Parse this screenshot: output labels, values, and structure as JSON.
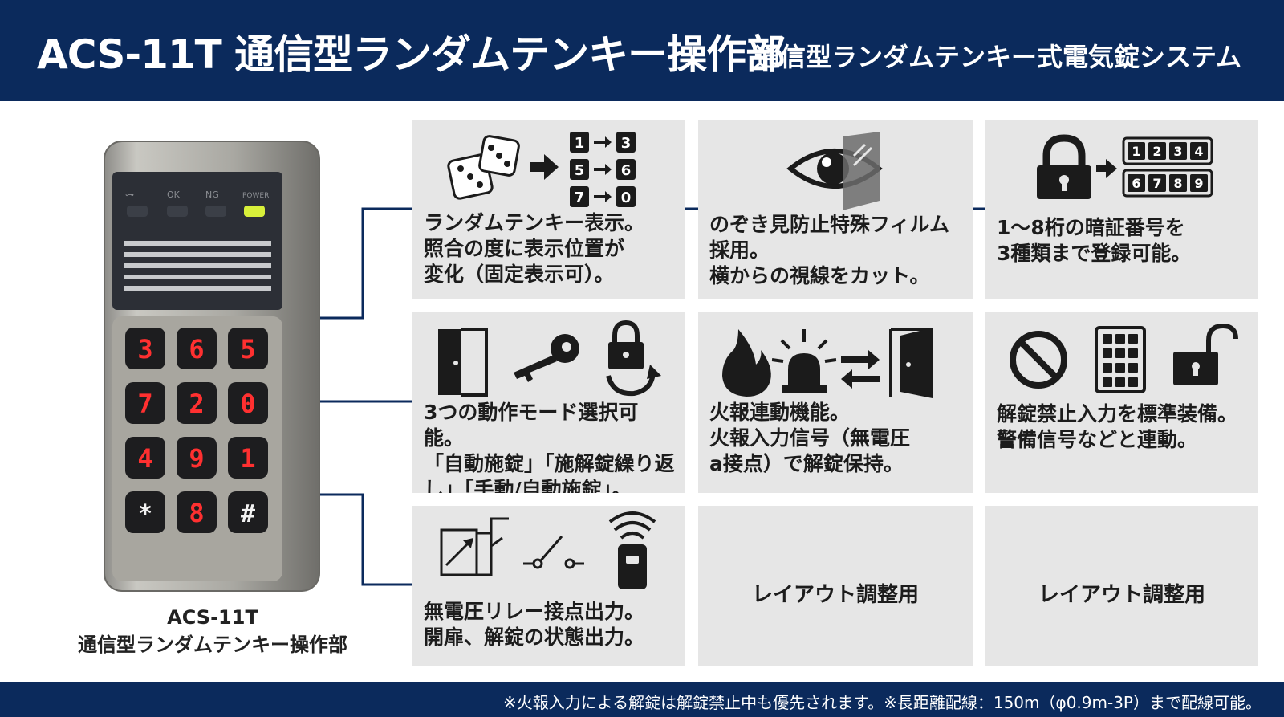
{
  "header": {
    "title": "ACS-11T 通信型ランダムテンキー操作部",
    "subtitle": "通信型ランダムテンキー式電気錠システム"
  },
  "device": {
    "indicators": [
      "OK",
      "NG",
      "POWER"
    ],
    "keys": [
      "3",
      "6",
      "5",
      "7",
      "2",
      "0",
      "4",
      "9",
      "1",
      "*",
      "8",
      "#"
    ],
    "caption_line1": "ACS-11T",
    "caption_line2": "通信型ランダムテンキー操作部"
  },
  "features": [
    {
      "text": "ランダムテンキー表示。\n照合の度に表示位置が\n変化（固定表示可）。",
      "icons": [
        "dice-icon",
        "arrow-right-icon",
        "number-swap-icon"
      ],
      "swap_rows": [
        [
          "1",
          "3"
        ],
        [
          "5",
          "6"
        ],
        [
          "7",
          "0"
        ]
      ]
    },
    {
      "text": "のぞき見防止特殊フィルム\n採用。\n横からの視線をカット。",
      "icons": [
        "eye-icon",
        "privacy-film-icon"
      ]
    },
    {
      "text": "1〜8桁の暗証番号を\n3種類まで登録可能。",
      "icons": [
        "padlock-icon",
        "arrow-right-icon",
        "pin-code-icon"
      ],
      "pin_rows": [
        [
          "1",
          "2",
          "3",
          "4"
        ],
        [
          "6",
          "7",
          "8",
          "9"
        ]
      ]
    },
    {
      "text": "3つの動作モード選択可能。\n「自動施錠」「施解錠繰り返\nし」「手動/自動施錠」。",
      "icons": [
        "door-icon",
        "key-icon",
        "lock-cycle-icon"
      ]
    },
    {
      "text": "火報連動機能。\n火報入力信号（無電圧\na接点）で解錠保持。",
      "icons": [
        "fire-icon",
        "alarm-light-icon",
        "exchange-arrows-icon",
        "open-door-icon"
      ]
    },
    {
      "text": "解錠禁止入力を標準装備。\n警備信号などと連動。",
      "icons": [
        "prohibit-icon",
        "keypad-icon",
        "unlock-icon"
      ]
    },
    {
      "text": "無電圧リレー接点出力。\n開扉、解錠の状態出力。",
      "icons": [
        "relay-icon",
        "switch-icon",
        "wireless-icon"
      ]
    },
    {
      "text": "レイアウト調整用"
    },
    {
      "text": "レイアウト調整用"
    }
  ],
  "footer": {
    "note": "※火報入力による解錠は解錠禁止中も優先されます。※長距離配線：150m（φ0.9m-3P）まで配線可能。"
  },
  "colors": {
    "header_bg": "#0b2a5c",
    "panel_bg": "#e6e6e6",
    "led_digit": "#ff3030",
    "power_led": "#d8f03a"
  }
}
